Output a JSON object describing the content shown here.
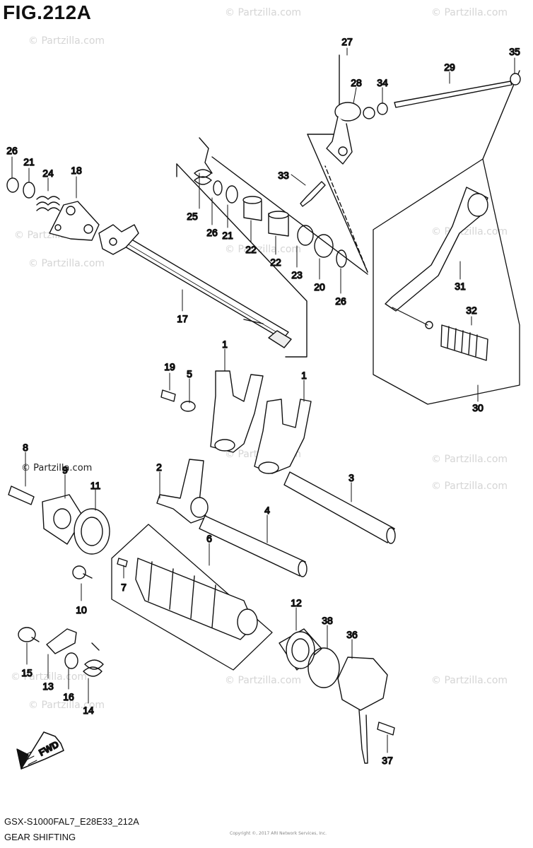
{
  "figure": {
    "title": "FIG.212A",
    "model_code": "GSX-S1000FAL7_E28E33_212A",
    "section_name": "GEAR SHIFTING",
    "fwd_label": "FWD",
    "watermark": "© Partzilla.com",
    "fine_print": "Copyright ©, 2017 ARI Network Services, Inc."
  },
  "callouts": [
    "1",
    "1",
    "2",
    "3",
    "4",
    "5",
    "6",
    "7",
    "8",
    "9",
    "10",
    "11",
    "12",
    "13",
    "14",
    "15",
    "16",
    "17",
    "18",
    "19",
    "20",
    "21",
    "21",
    "22",
    "22",
    "23",
    "24",
    "25",
    "26",
    "26",
    "26",
    "27",
    "28",
    "29",
    "30",
    "31",
    "32",
    "33",
    "34",
    "35",
    "36",
    "37",
    "38"
  ],
  "colors": {
    "line": "#111111",
    "watermark": "#d5d5d5",
    "fill": "#ffffff",
    "shade": "#e6e6e6"
  }
}
